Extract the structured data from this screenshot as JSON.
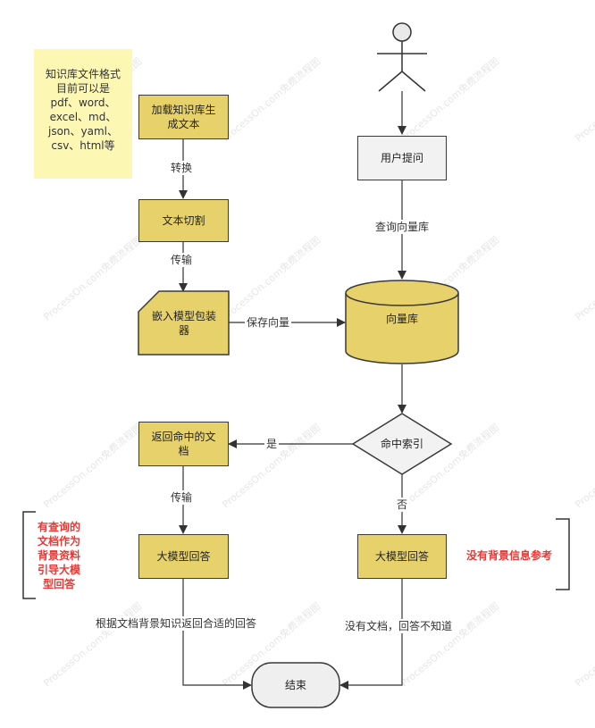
{
  "note": {
    "text": "知识库文件格式\n目前可以是\npdf、word、\nexcel、md、\njson、yaml、\ncsv、html等"
  },
  "nodes": {
    "load": "加载知识库生\n成文本",
    "split": "文本切割",
    "embed": "嵌入模型包装\n器",
    "user": "用户提问",
    "db": "向量库",
    "hit": "命中索引",
    "return_docs": "返回命中的文\n档",
    "llm_left": "大模型回答",
    "llm_right": "大模型回答",
    "end": "结束"
  },
  "edges": {
    "convert": "转换",
    "transfer1": "传输",
    "save": "保存向量",
    "query": "查询向量库",
    "yes": "是",
    "no": "否",
    "transfer2": "传输",
    "left_answer": "根据文档背景知识返回合适的回答",
    "right_answer": "没有文档，回答不知道"
  },
  "annotations": {
    "left": "有查询的\n文档作为\n背景资料\n引导大模\n型回答",
    "right": "没有背景信息参考"
  },
  "watermark": "ProcessOn.com免费流程图",
  "colors": {
    "node_fill": "#e6d16b",
    "gray_fill": "#f2f2f2",
    "note_fill": "#fdf7b4",
    "annotation_red": "#e53935"
  }
}
